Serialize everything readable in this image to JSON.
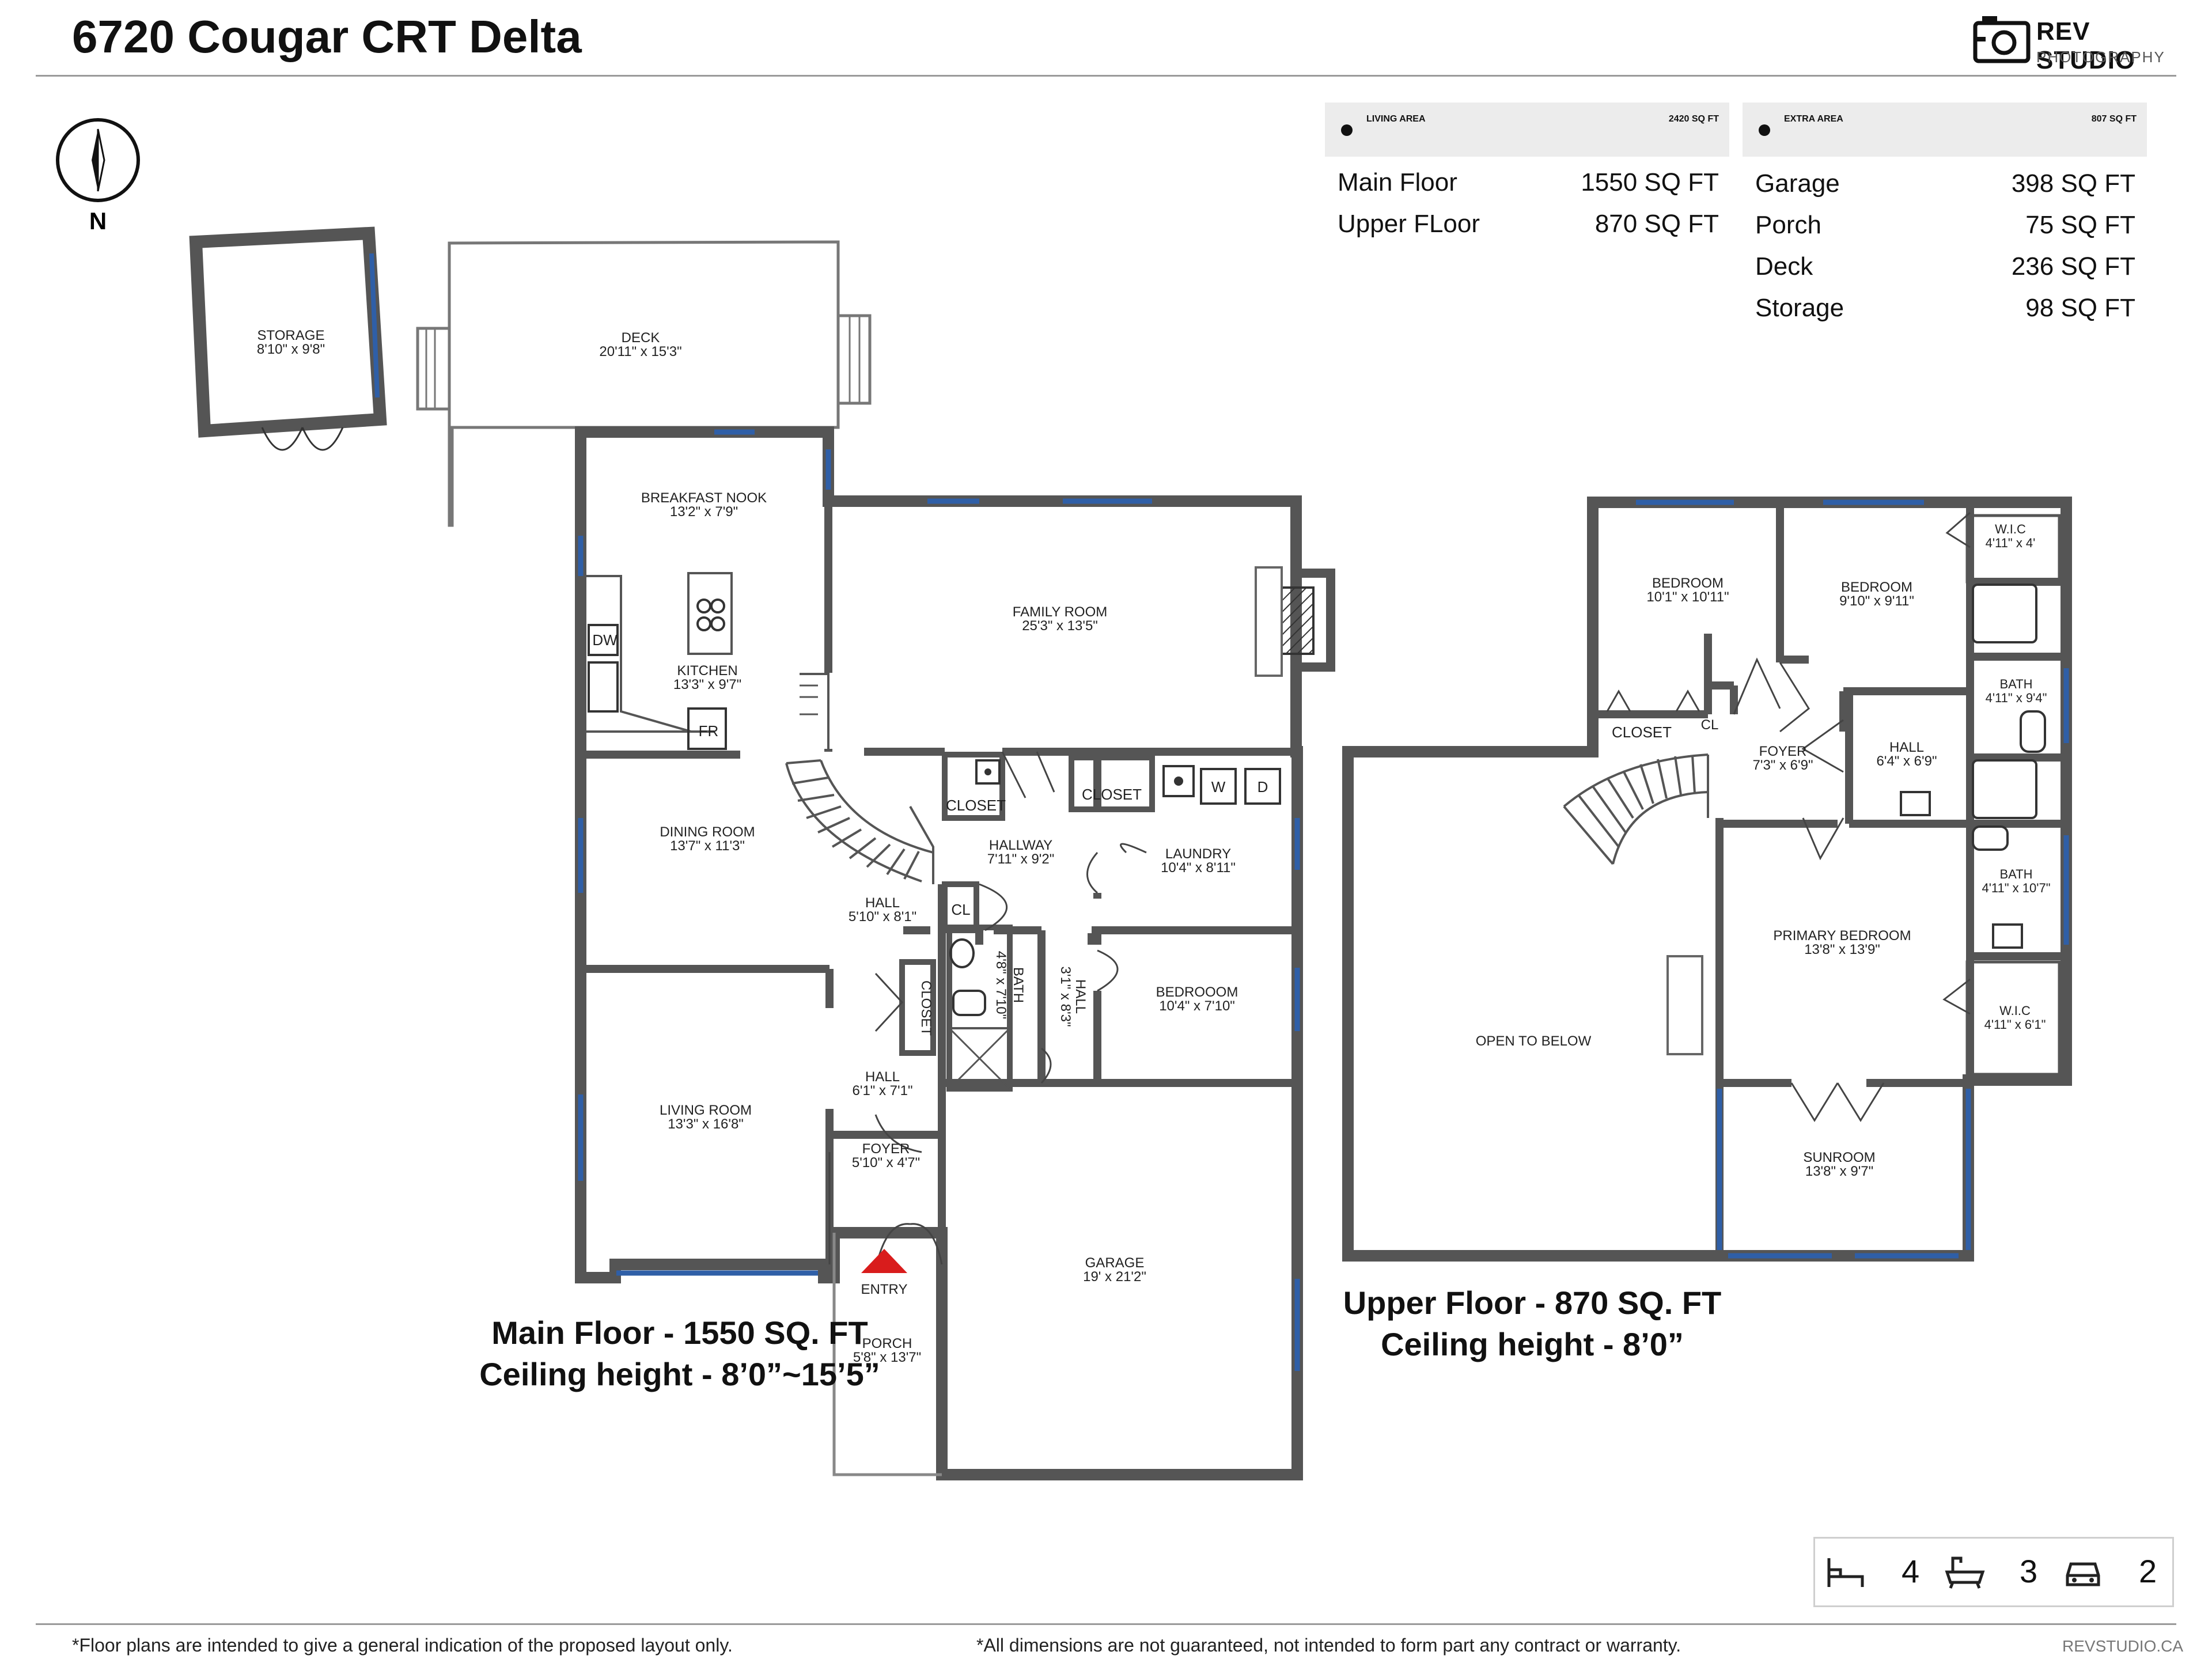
{
  "header": {
    "title": "6720 Cougar CRT Delta"
  },
  "logo": {
    "name": "REV STUDIO",
    "sub": "PHOTOGRAPHY"
  },
  "compass": {
    "label": "N"
  },
  "living_area": {
    "label": "LIVING AREA",
    "total": "2420 SQ FT",
    "rows": [
      {
        "name": "Main Floor",
        "value": "1550 SQ FT"
      },
      {
        "name": "Upper FLoor",
        "value": "870 SQ FT"
      }
    ]
  },
  "extra_area": {
    "label": "EXTRA AREA",
    "total": "807 SQ FT",
    "rows": [
      {
        "name": "Garage",
        "value": "398 SQ FT"
      },
      {
        "name": "Porch",
        "value": "75 SQ FT"
      },
      {
        "name": "Deck",
        "value": "236 SQ FT"
      },
      {
        "name": "Storage",
        "value": "98 SQ FT"
      }
    ]
  },
  "main_floor": {
    "caption_1": "Main Floor - 1550 SQ. FT",
    "caption_2": "Ceiling height - 8’0”~15’5”",
    "rooms": {
      "storage": [
        "STORAGE",
        "8'10\" x 9'8\""
      ],
      "deck": [
        "DECK",
        "20'11\" x 15'3\""
      ],
      "breakfast_nook": [
        "BREAKFAST NOOK",
        "13'2\" x 7'9\""
      ],
      "kitchen": [
        "KITCHEN",
        "13'3\" x 9'7\""
      ],
      "family_room": [
        "FAMILY ROOM",
        "25'3\" x 13'5\""
      ],
      "dining_room": [
        "DINING ROOM",
        "13'7\" x 11'3\""
      ],
      "hallway": [
        "HALLWAY",
        "7'11\" x 9'2\""
      ],
      "laundry": [
        "LAUNDRY",
        "10'4\" x 8'11\""
      ],
      "hall_a": [
        "HALL",
        "5'10\" x 8'1\""
      ],
      "bath": [
        "BATH",
        "4'8\" x 7'10\""
      ],
      "hall_b": [
        "HALL",
        "3'1\" x 8'3\""
      ],
      "bedroom": [
        "BEDROOOM",
        "10'4\" x 7'10\""
      ],
      "living_room": [
        "LIVING ROOM",
        "13'3\" x 16'8\""
      ],
      "hall_c": [
        "HALL",
        "6'1\" x 7'1\""
      ],
      "foyer": [
        "FOYER",
        "5'10\" x 4'7\""
      ],
      "garage": [
        "GARAGE",
        "19' x 21'2\""
      ],
      "porch": [
        "PORCH",
        "5'8\" x 13'7\""
      ]
    },
    "labels": {
      "closet_a": "CLOSET",
      "closet_b": "CLOSET",
      "closet_c": "CLOSET",
      "cl": "CL",
      "dw": "DW",
      "fr": "FR",
      "w": "W",
      "d": "D",
      "entry": "ENTRY"
    }
  },
  "upper_floor": {
    "caption_1": "Upper Floor - 870 SQ. FT",
    "caption_2": "Ceiling height - 8’0”",
    "rooms": {
      "bedroom_a": [
        "BEDROOM",
        "10'1\" x 10'11\""
      ],
      "bedroom_b": [
        "BEDROOM",
        "9'10\" x 9'11\""
      ],
      "wic_a": [
        "W.I.C",
        "4'11\" x 4'"
      ],
      "bath_a": [
        "BATH",
        "4'11\" x 9'4\""
      ],
      "foyer": [
        "FOYER",
        "7'3\" x 6'9\""
      ],
      "hall": [
        "HALL",
        "6'4\" x 6'9\""
      ],
      "bath_b": [
        "BATH",
        "4'11\" x 10'7\""
      ],
      "primary_bedroom": [
        "PRIMARY BEDROOM",
        "13'8\" x 13'9\""
      ],
      "wic_b": [
        "W.I.C",
        "4'11\" x 6'1\""
      ],
      "open_to_below": [
        "OPEN TO BELOW",
        ""
      ],
      "sunroom": [
        "SUNROOM",
        "13'8\" x 9'7\""
      ]
    },
    "labels": {
      "closet": "CLOSET",
      "cl": "CL"
    }
  },
  "summary": {
    "bedrooms": "4",
    "bathrooms": "3",
    "garage": "2"
  },
  "footer": {
    "left": "*Floor plans are intended to give a general indication of the proposed layout only.",
    "center": "*All dimensions are not guaranteed, not intended to form part any contract or warranty.",
    "right": "REVSTUDIO.CA"
  }
}
